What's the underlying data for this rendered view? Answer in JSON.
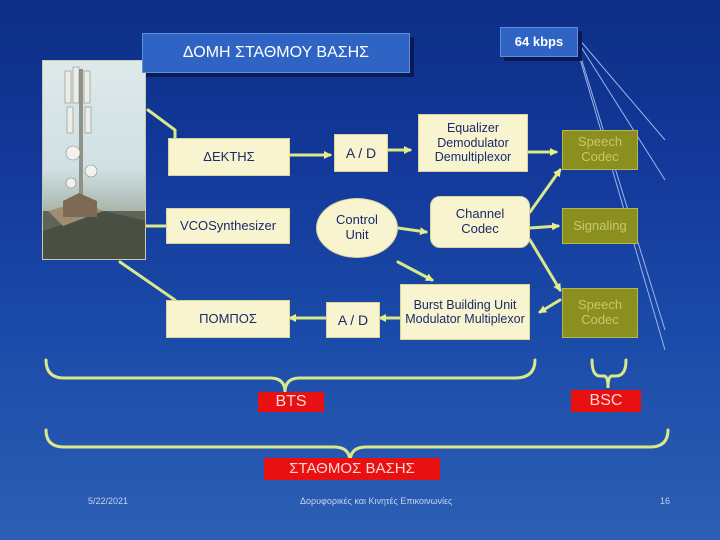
{
  "title": "ΔΟΜΗ ΣΤΑΘΜΟΥ ΒΑΣΗΣ",
  "rate_label": "64 kbps",
  "blocks": {
    "receiver": "ΔΕΚΤΗΣ",
    "vco": "VCOSynthesizer",
    "transmitter": "ΠΟΜΠΟΣ",
    "ad_top": "A / D",
    "ad_bottom": "A / D",
    "control_unit": "Control Unit",
    "equalizer": "Equalizer Demodulator Demultiplexor",
    "channel_codec": "Channel Codec",
    "burst": "Burst Building Unit Modulator Multiplexor",
    "speech_top": "Speech Codec",
    "signaling": "Signaling",
    "speech_bottom": "Speech Codec"
  },
  "groups": {
    "bts": "BTS",
    "bsc": "BSC",
    "base_station": "ΣΤΑΘΜΟΣ ΒΑΣΗΣ"
  },
  "footer": {
    "date": "5/22/2021",
    "course": "Δορυφορικές και Κινητές Επικοινωνίες",
    "page": "16"
  },
  "colors": {
    "background": "#1a4aa8",
    "box_blue": "#2f64c4",
    "cream": "#f7f4cf",
    "olive": "#8b8f1f",
    "red": "#e81010",
    "connector": "#d9e98a"
  }
}
